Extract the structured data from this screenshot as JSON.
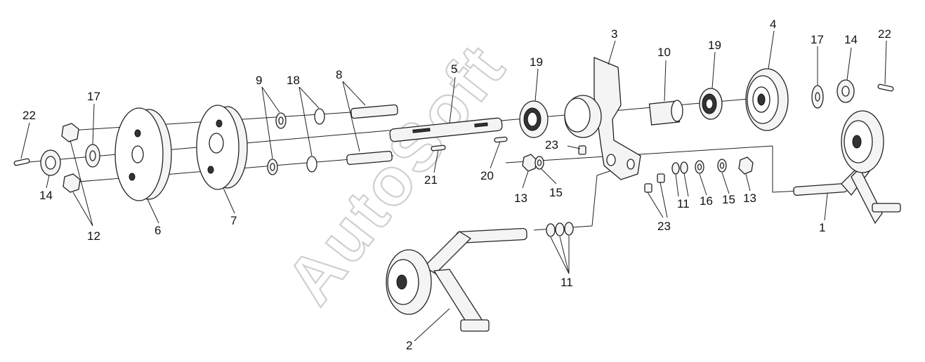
{
  "diagram": {
    "watermark": "AutoSoft",
    "callouts": {
      "c22a": "22",
      "c17a": "17",
      "c14a": "14",
      "c12": "12",
      "c6": "6",
      "c7": "7",
      "c9": "9",
      "c18": "18",
      "c8": "8",
      "c5": "5",
      "c21": "21",
      "c20": "20",
      "c19a": "19",
      "c23a": "23",
      "c13a": "13",
      "c15a": "15",
      "c3": "3",
      "c10": "10",
      "c19b": "19",
      "c4": "4",
      "c17b": "17",
      "c14b": "14",
      "c22b": "22",
      "c11a": "11",
      "c16": "16",
      "c15b": "15",
      "c13b": "13",
      "c23b": "23",
      "c1": "1",
      "c11b": "11",
      "c2": "2"
    }
  }
}
